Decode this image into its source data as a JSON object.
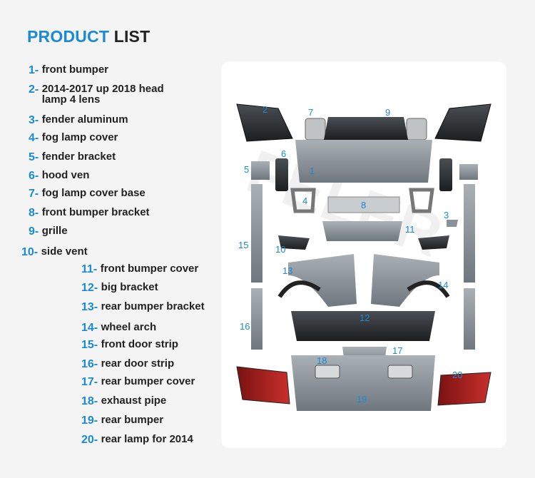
{
  "title": {
    "word1": "PRODUCT",
    "word2": "LIST"
  },
  "watermark": "FELER",
  "items": [
    {
      "num": "1-",
      "label": "front bumper"
    },
    {
      "num": "2-",
      "label": "2014-2017 up 2018  head\nlamp 4 lens"
    },
    {
      "num": "3-",
      "label": "fender aluminum"
    },
    {
      "num": "4-",
      "label": "fog lamp cover"
    },
    {
      "num": "5-",
      "label": "fender bracket"
    },
    {
      "num": "6-",
      "label": "hood ven"
    },
    {
      "num": "7-",
      "label": "fog lamp cover base"
    },
    {
      "num": "8-",
      "label": "front bumper bracket"
    },
    {
      "num": "9-",
      "label": "grille"
    },
    {
      "num": "10-",
      "label": "side vent"
    },
    {
      "num": "11-",
      "label": "front bumper cover"
    },
    {
      "num": "12-",
      "label": "big bracket"
    },
    {
      "num": "13-",
      "label": "rear bumper bracket"
    },
    {
      "num": "14-",
      "label": "wheel arch"
    },
    {
      "num": "15-",
      "label": "front door strip"
    },
    {
      "num": "16-",
      "label": "rear door strip"
    },
    {
      "num": "17-",
      "label": "rear bumper cover"
    },
    {
      "num": "18-",
      "label": "exhaust pipe"
    },
    {
      "num": "19-",
      "label": "rear bumper"
    },
    {
      "num": "20-",
      "label": "rear lamp for 2014"
    }
  ],
  "callouts": [
    "1",
    "2",
    "3",
    "4",
    "5",
    "6",
    "7",
    "8",
    "9",
    "10",
    "11",
    "12",
    "13",
    "14",
    "15",
    "16",
    "17",
    "18",
    "19",
    "20"
  ],
  "colors": {
    "accent": "#1a8ad4",
    "text": "#222222",
    "part_gray": "#8a9299",
    "part_dark": "#2a2d30",
    "lamp_red": "#b0201f"
  }
}
